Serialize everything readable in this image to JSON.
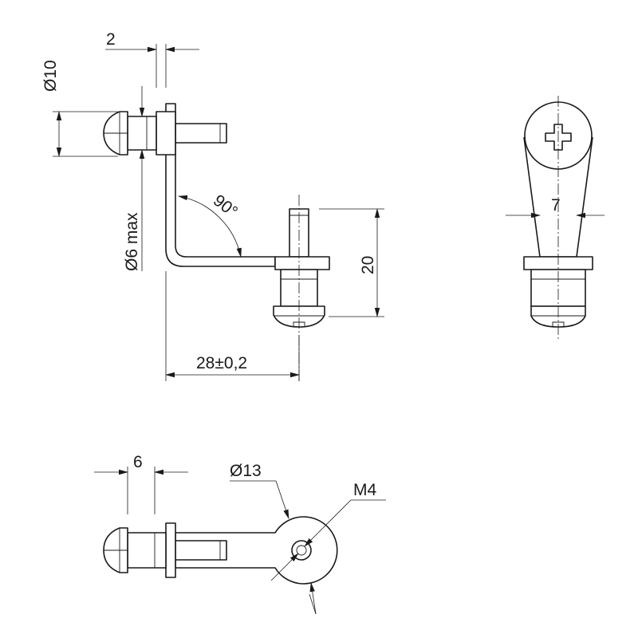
{
  "dimensions": {
    "thickness": "2",
    "head_diameter": "Ø10",
    "shank_diameter": "Ø6 max",
    "angle": "90°",
    "height": "20",
    "length": "28±0,2",
    "width": "7",
    "pin_length": "6",
    "eye_diameter": "Ø13",
    "thread": "M4"
  }
}
